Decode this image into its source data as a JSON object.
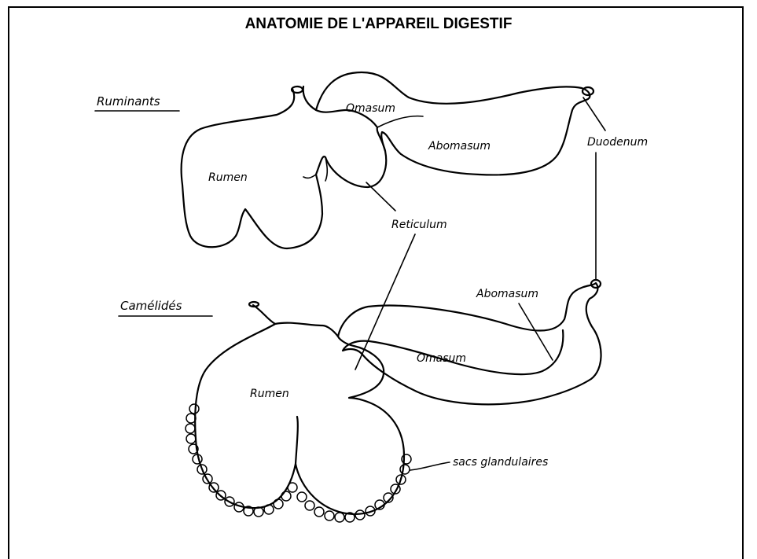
{
  "title": "ANATOMIE DE L'APPAREIL DIGESTIF",
  "labels": {
    "ruminants": "Ruminants",
    "camelides": "Camélidés",
    "rumen_top": "Rumen",
    "omasum_top": "Omasum",
    "abomasum_top": "Abomasum",
    "duodenum": "Duodenum",
    "reticulum": "Reticulum",
    "rumen_bottom": "Rumen",
    "abomasum_bottom": "Abomasum",
    "omasum_bottom": "Omasum",
    "sacs": "sacs glandulaires"
  }
}
